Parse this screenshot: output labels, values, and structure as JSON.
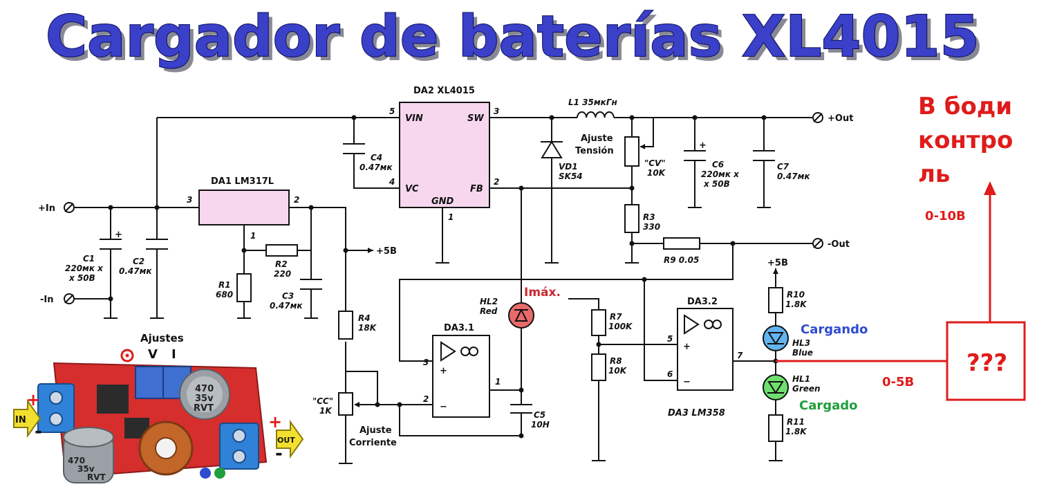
{
  "title": "Cargador de baterías XL4015",
  "components": {
    "da2": "DA2 XL4015",
    "da2_pins": {
      "vin": "VIN",
      "sw": "SW",
      "vc": "VC",
      "fb": "FB",
      "gnd": "GND"
    },
    "da2_pin_numbers": {
      "vin": "5",
      "sw": "3",
      "vc": "4",
      "fb": "2",
      "gnd": "1"
    },
    "da1": "DA1 LM317L",
    "da1_pin_numbers": {
      "in": "3",
      "out": "2",
      "adj": "1"
    },
    "l1": "L1 35мкГн",
    "c4": [
      "C4",
      "0.47мк"
    ],
    "vd1": [
      "VD1",
      "SK54"
    ],
    "cv": [
      "\"CV\"",
      "10K"
    ],
    "c6": [
      "C6",
      "220мк x",
      "x 50В"
    ],
    "c7": [
      "C7",
      "0.47мк"
    ],
    "r3": [
      "R3",
      "330"
    ],
    "r9": "R9 0.05",
    "c1": [
      "C1",
      "220мк x",
      "x 50В"
    ],
    "c2": [
      "C2",
      "0.47мк"
    ],
    "r1": [
      "R1",
      "680"
    ],
    "r2": [
      "R2",
      "220"
    ],
    "c3": [
      "C3",
      "0.47мк"
    ],
    "r4": [
      "R4",
      "18K"
    ],
    "cc": [
      "\"CC\"",
      "1K"
    ],
    "hl2": [
      "HL2",
      "Red"
    ],
    "da31": "DA3.1",
    "da31_pins": {
      "plus": "3",
      "minus": "2",
      "out": "1"
    },
    "c5": [
      "C5",
      "10Н"
    ],
    "r7": [
      "R7",
      "100K"
    ],
    "r8": [
      "R8",
      "10K"
    ],
    "da32": "DA3.2",
    "da32_pins": {
      "plus": "5",
      "minus": "6",
      "out": "7"
    },
    "da3": "DA3 LM358",
    "r10": [
      "R10",
      "1.8K"
    ],
    "hl3": [
      "HL3",
      "Blue"
    ],
    "hl1": [
      "HL1",
      "Green"
    ],
    "r11": [
      "R11",
      "1.8K"
    ]
  },
  "terminals": {
    "in_plus": "+In",
    "in_minus": "-In",
    "out_plus": "+Out",
    "out_minus": "-Out",
    "plus5_a": "+5В",
    "plus5_b": "+5В"
  },
  "annotations": {
    "ajuste_tension": [
      "Ajuste",
      "Tensión"
    ],
    "ajuste_corriente": [
      "Ajuste",
      "Corriente"
    ],
    "imax": "Imáx.",
    "cargando": "Cargando",
    "cargado": "Cargado",
    "ajustes": "Ajustes",
    "ajustes_v": "V",
    "ajustes_i": "I",
    "bodi": [
      "В боди",
      "контро",
      "ль"
    ],
    "v010": "0-10В",
    "v05": "0-5В",
    "unknown": "???"
  },
  "module_photo": {
    "in_label": "IN",
    "out_label": "OUT",
    "plus": "+",
    "minus": "-",
    "cap_text": [
      "470",
      "35v",
      "RVT"
    ]
  },
  "colors": {
    "title": "#3a40c8",
    "red": "#e01b1b",
    "blue_label": "#2f4bd0",
    "green_label": "#1e9e3c",
    "chip_fill": "#f6d7ee",
    "led_red": "#e86a6a",
    "led_blue": "#63b4f0",
    "led_green": "#6fe06f"
  }
}
